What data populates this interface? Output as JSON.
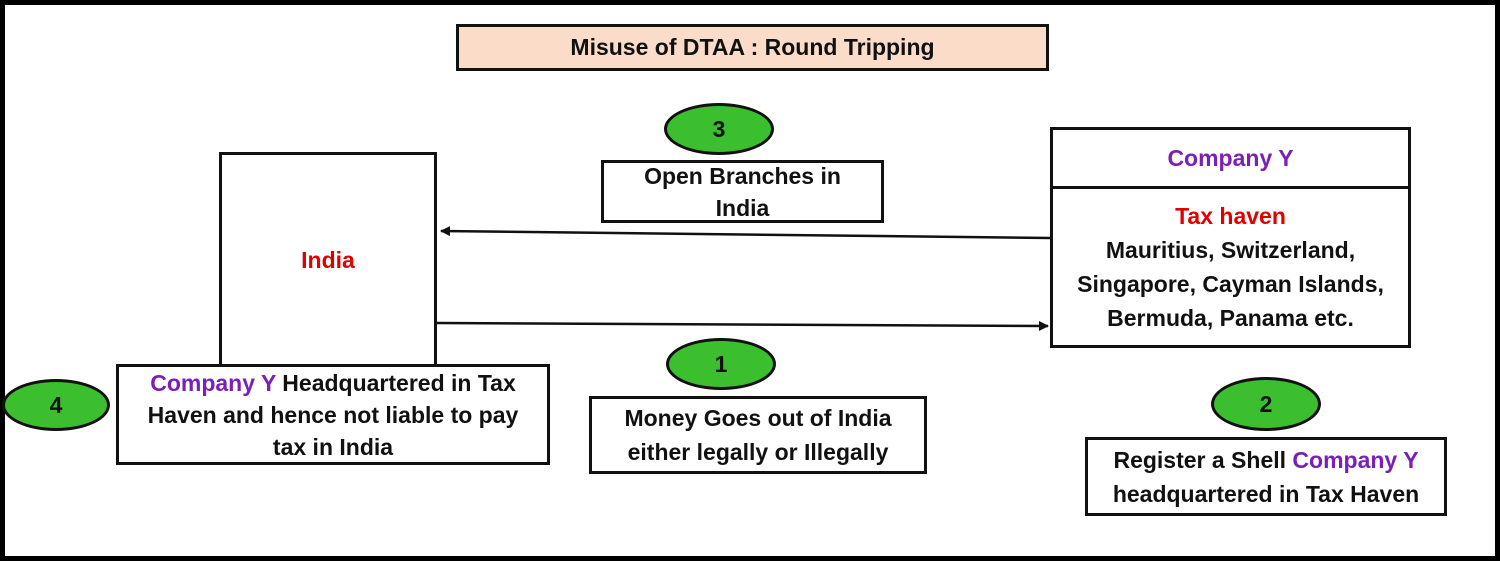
{
  "title": "Misuse of DTAA : Round Tripping",
  "india": {
    "label": "India"
  },
  "company": {
    "name": "Company Y",
    "tax_haven_label": "Tax haven",
    "tax_haven_line1": "Mauritius, Switzerland,",
    "tax_haven_line2": "Singapore, Cayman Islands,",
    "tax_haven_line3": "Bermuda, Panama etc."
  },
  "steps": {
    "step1": {
      "number": "1",
      "line1": "Money Goes out of India",
      "line2": "either legally or Illegally"
    },
    "step2": {
      "number": "2",
      "line1_prefix": "Register a Shell ",
      "line1_company": "Company Y",
      "line2": "headquartered in Tax Haven"
    },
    "step3": {
      "number": "3",
      "line1": "Open Branches in",
      "line2": "India"
    },
    "step4": {
      "number": "4",
      "line1_company": "Company Y",
      "line1_rest": " Headquartered in Tax",
      "line2": "Haven and hence not liable to pay",
      "line3": "tax in India"
    }
  },
  "colors": {
    "accent_purple": "#7a1fb8",
    "accent_red": "#e00000",
    "step_green": "#3bbf2f",
    "title_fill": "#fbdcc8"
  }
}
